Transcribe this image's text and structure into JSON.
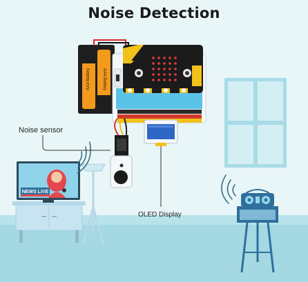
{
  "title": "Noise Detection",
  "labels": {
    "noise_sensor": "Noise sensor",
    "oled_display": "OLED Display"
  },
  "battery_text": "AAA Battery",
  "tv_badge": "NEWS LIVE",
  "colors": {
    "background": "#e9f6f8",
    "wall_accent": "#b4e0ea",
    "floor": "#a9dbe4",
    "microbit_black": "#1b1b1b",
    "microbit_gold": "#f2c21b",
    "expansion_blue": "#5cc3e8",
    "battery_orange": "#f39a1d",
    "oled_blue": "#2e67c4",
    "furniture_blue": "#2f6f9c"
  }
}
